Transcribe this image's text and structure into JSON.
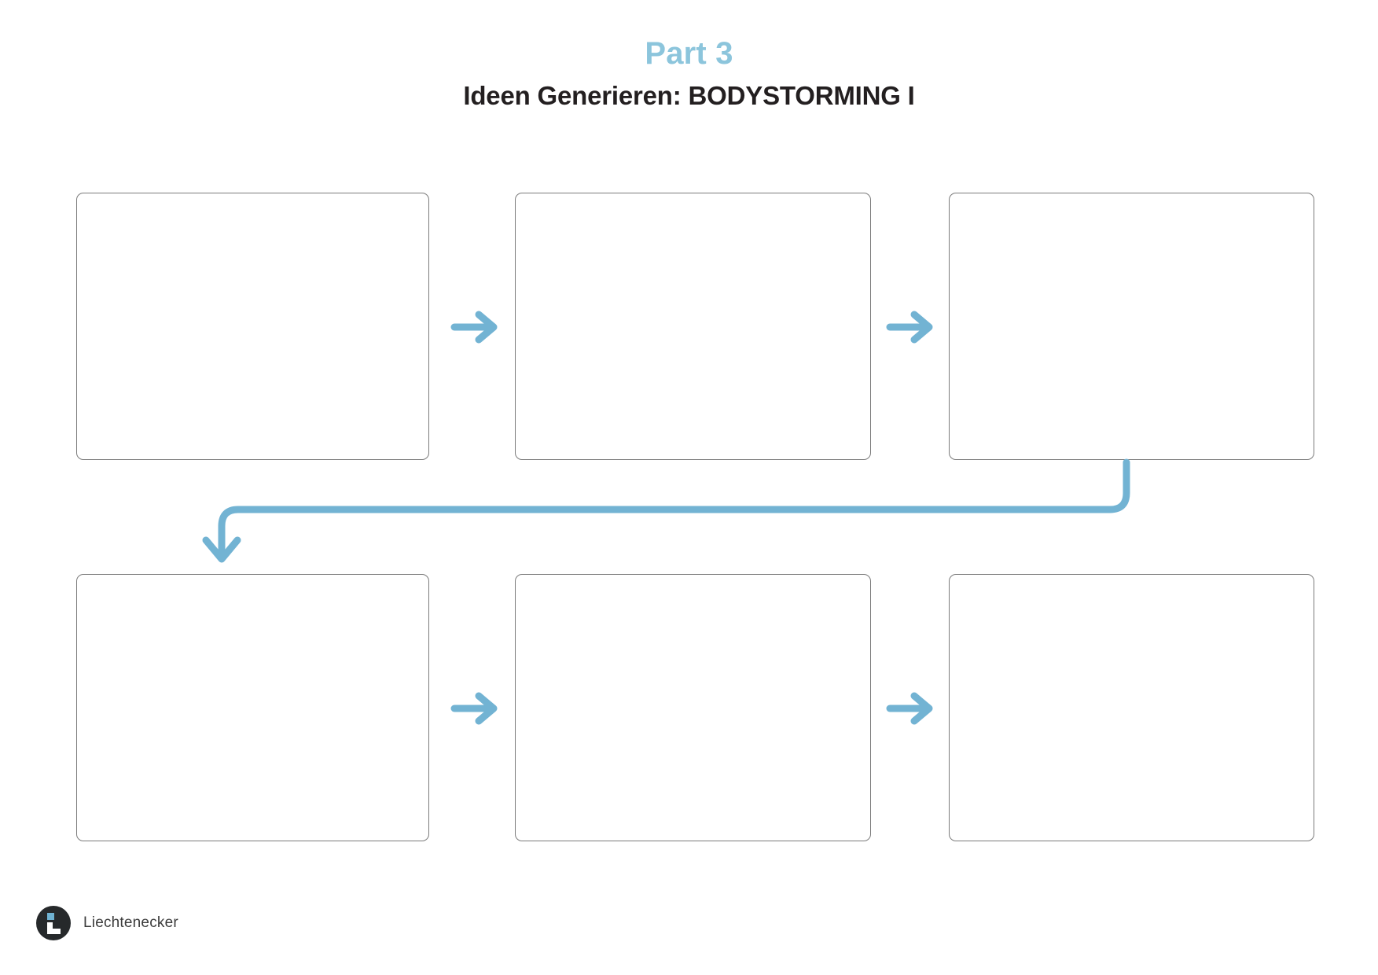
{
  "page": {
    "background_color": "#ffffff",
    "accent_color": "#72b3d3",
    "title_accent_color": "#8cc5dc",
    "box_border_color": "#7b7b7b",
    "text_color": "#231f20"
  },
  "header": {
    "part_label": "Part 3",
    "subtitle": "Ideen Generieren: BODYSTORMING I"
  },
  "worksheet": {
    "rows": [
      {
        "row_name": "row-1",
        "cells": [
          {
            "name": "storyboard-frame-1",
            "value": ""
          },
          {
            "name": "storyboard-frame-2",
            "value": ""
          },
          {
            "name": "storyboard-frame-3",
            "value": ""
          }
        ],
        "connector_arrows": [
          "arrow-right",
          "arrow-right"
        ]
      },
      {
        "row_name": "row-2",
        "cells": [
          {
            "name": "storyboard-frame-4",
            "value": ""
          },
          {
            "name": "storyboard-frame-5",
            "value": ""
          },
          {
            "name": "storyboard-frame-6",
            "value": ""
          }
        ],
        "connector_arrows": [
          "arrow-right",
          "arrow-right"
        ]
      }
    ],
    "wrap_connector": {
      "name": "wrap-around-arrow",
      "description": "curved arrow from end of row 1 to start of row 2",
      "direction": "down-left-down"
    }
  },
  "footer": {
    "logo_icon": "liechtenecker-logo-icon",
    "brand": "Liechtenecker"
  }
}
